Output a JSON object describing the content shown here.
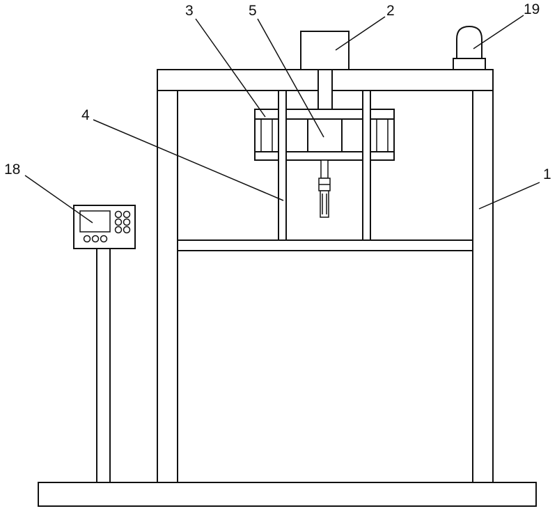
{
  "labels": {
    "frame": "1",
    "motor": "2",
    "carriage": "3",
    "guide_rod": "4",
    "slider_block": "5",
    "controller": "18",
    "warning_light": "19"
  },
  "colors": {
    "line": "#111111",
    "background": "#ffffff"
  }
}
